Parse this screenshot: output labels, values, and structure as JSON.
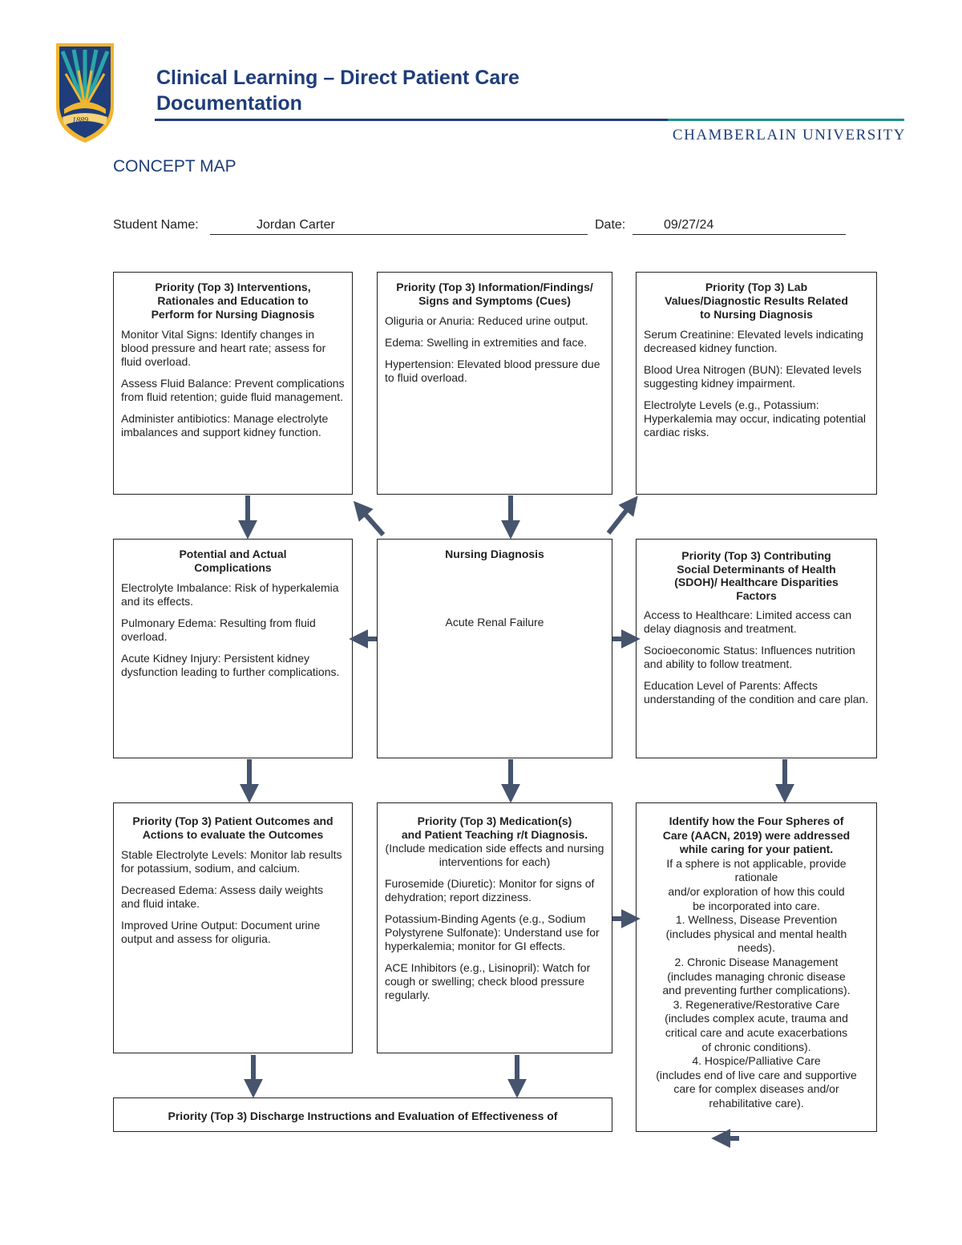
{
  "header": {
    "title_line1": "Clinical Learning – Direct Patient Care",
    "title_line2": "Documentation",
    "university": "CHAMBERLAIN UNIVERSITY",
    "logo_year": "1889",
    "colors": {
      "navy": "#1f3d7a",
      "teal": "#1f8f8f",
      "gold": "#f2b52e",
      "arrow": "#46546e"
    }
  },
  "page_heading": "CONCEPT MAP",
  "student": {
    "name_label": "Student Name:",
    "name_value": "Jordan Carter",
    "date_label": "Date:",
    "date_value": "09/27/24"
  },
  "boxes": {
    "interventions": {
      "heading": [
        "Priority (Top 3) Interventions,",
        "Rationales and Education to",
        "Perform for Nursing Diagnosis"
      ],
      "items": [
        "Monitor Vital Signs: Identify changes in blood pressure and heart rate; assess for fluid overload.",
        "Assess Fluid Balance: Prevent complications from fluid retention; guide fluid management.",
        "Administer antibiotics: Manage electrolyte imbalances and support kidney function."
      ]
    },
    "cues": {
      "heading": [
        "Priority (Top 3) Information/Findings/",
        "Signs and Symptoms (Cues)"
      ],
      "items": [
        "Oliguria or Anuria: Reduced urine output.",
        "Edema: Swelling in extremities and face.",
        "Hypertension: Elevated blood pressure due to fluid overload."
      ]
    },
    "labs": {
      "heading": [
        "Priority (Top 3) Lab",
        "Values/Diagnostic Results Related",
        "to Nursing Diagnosis"
      ],
      "items": [
        "Serum Creatinine: Elevated levels indicating decreased kidney function.",
        "Blood Urea Nitrogen (BUN): Elevated levels suggesting kidney impairment.",
        "Electrolyte Levels (e.g., Potassium: Hyperkalemia may occur, indicating potential cardiac risks."
      ]
    },
    "complications": {
      "heading": [
        "Potential and Actual",
        "Complications"
      ],
      "items": [
        "Electrolyte Imbalance: Risk of hyperkalemia and its effects.",
        "Pulmonary Edema: Resulting from fluid overload.",
        "Acute Kidney Injury: Persistent kidney dysfunction leading to further complications."
      ]
    },
    "diagnosis": {
      "heading": "Nursing Diagnosis",
      "value": "Acute Renal Failure"
    },
    "sdoh": {
      "heading": [
        "Priority (Top 3) Contributing",
        "Social Determinants of Health",
        "(SDOH)/ Healthcare Disparities",
        "Factors"
      ],
      "items": [
        "Access to Healthcare: Limited access can delay diagnosis and treatment.",
        "Socioeconomic Status: Influences nutrition and ability to follow treatment.",
        "Education Level of Parents: Affects understanding of the condition and care plan."
      ]
    },
    "outcomes": {
      "heading": [
        "Priority (Top 3) Patient Outcomes and",
        "Actions to evaluate the Outcomes"
      ],
      "items": [
        "Stable Electrolyte Levels: Monitor lab results for potassium, sodium, and calcium.",
        "Decreased Edema: Assess daily weights and fluid intake.",
        "Improved Urine Output: Document urine output and assess for oliguria."
      ]
    },
    "medications": {
      "heading": [
        "Priority (Top 3) Medication(s)",
        "and Patient Teaching r/t Diagnosis."
      ],
      "note": "(Include medication side effects and nursing interventions for each)",
      "items": [
        "Furosemide (Diuretic): Monitor for signs of dehydration; report dizziness.",
        "Potassium-Binding Agents (e.g., Sodium Polystyrene Sulfonate): Understand use for hyperkalemia; monitor for GI effects.",
        "ACE Inhibitors (e.g., Lisinopril): Watch for cough or swelling; check blood pressure regularly."
      ]
    },
    "spheres": {
      "heading": [
        "Identify how the Four Spheres of",
        "Care (AACN, 2019) were addressed",
        "while caring for your patient."
      ],
      "lines": [
        "If a sphere is not applicable, provide",
        "rationale",
        "and/or exploration of how this could",
        "be incorporated into care.",
        "1. Wellness, Disease Prevention",
        "(includes physical and mental health",
        "needs).",
        "2. Chronic Disease Management",
        "(includes managing chronic disease",
        "and preventing further complications).",
        "3. Regenerative/Restorative Care",
        "(includes complex acute, trauma and",
        "critical care and acute exacerbations",
        "of chronic conditions).",
        "4. Hospice/Palliative Care",
        "(includes end of live care and supportive",
        "care for complex diseases and/or",
        "rehabilitative care)."
      ]
    },
    "discharge": {
      "heading": "Priority (Top 3) Discharge Instructions and Evaluation of Effectiveness of"
    }
  }
}
